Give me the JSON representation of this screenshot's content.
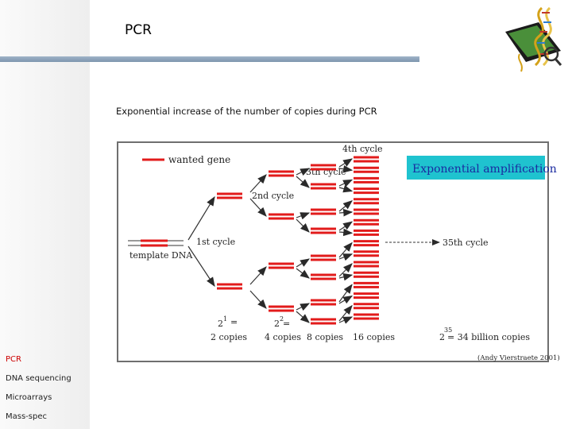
{
  "slide": {
    "title": "PCR",
    "subtitle": "Exponential increase of the number of copies during PCR"
  },
  "diagram": {
    "wanted_gene": "wanted gene",
    "template": "template DNA",
    "cycle1": "1st cycle",
    "cycle2": "2nd cycle",
    "cycle3": "3th cycle",
    "cycle4": "4th cycle",
    "cycle35": "35th cycle",
    "banner": "Exponential amplification",
    "count1_formula": "2",
    "count1_exp": "1",
    "count1_eq": "=",
    "count1_label": "2 copies",
    "count2_formula": "2",
    "count2_exp": "2",
    "count2_eq": "=",
    "count2_label": "4 copies",
    "count3_label": "8 copies",
    "count4_label": "16 copies",
    "count35_base": "2",
    "count35_exp": "35",
    "count35_label": "= 34 billion copies",
    "credit": "(Andy Vierstraete 2001)",
    "colors": {
      "dna_strand": "#e21b1b",
      "banner_bg": "#1fc3cf",
      "banner_text": "#1a2aa0",
      "arrow": "#2a2a2a"
    }
  },
  "nav": {
    "items": [
      {
        "label": "PCR",
        "active": true
      },
      {
        "label": "DNA sequencing",
        "active": false
      },
      {
        "label": "Microarrays",
        "active": false
      },
      {
        "label": "Mass-spec",
        "active": false
      }
    ]
  },
  "icons": {
    "logo": "dna-helix-magnifier-logo"
  }
}
